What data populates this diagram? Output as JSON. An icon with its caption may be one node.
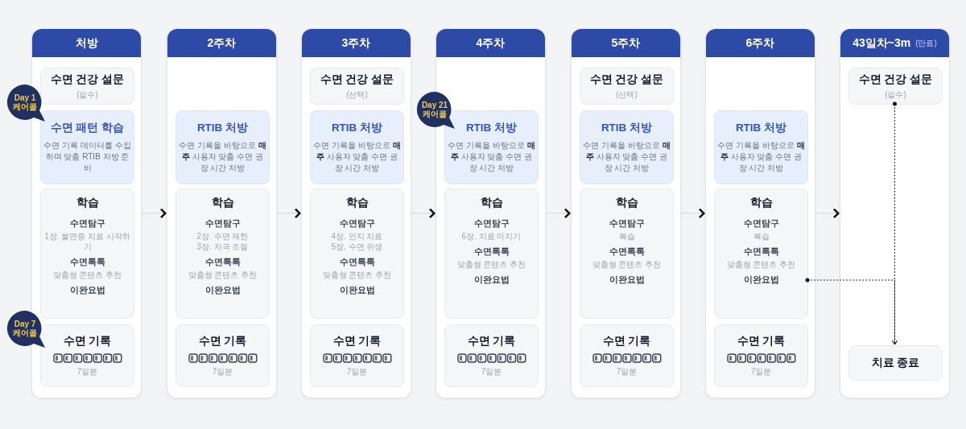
{
  "diagram": {
    "nodes": [
      {
        "text": [
          "처방"
        ]
      },
      {
        "text": [
          "수면 건강 설문",
          "(필수)"
        ],
        "in": 0
      },
      {
        "text": [
          "Day 1 케어콜"
        ]
      },
      {
        "text": [
          "수면 패턴 학습",
          "수면 기록 데이터를 수집하며 맞춤 RTIB 처방 준비"
        ],
        "in": 0
      },
      {
        "text": [
          "학습",
          "수면탐구",
          "1장. 불면증 치료 시작하기",
          "수면톡톡",
          "맞춤형 콘텐츠 추천",
          "이완요법"
        ],
        "in": 0
      },
      {
        "text": [
          "Day 7 케어콜"
        ]
      },
      {
        "text": [
          "수면 기록",
          "7일분"
        ],
        "in": 0
      },
      {
        "text": [
          "2주차"
        ]
      },
      {
        "text": [
          "RTIB 처방",
          "수면 기록을 바탕으로 **매주** 사용자 맞춤 수면 권장 시간 처방"
        ],
        "in": 7
      },
      {
        "text": [
          "학습",
          "수면탐구",
          "2장. 수면 제한",
          "3장. 자극 조절",
          "수면톡톡",
          "맞춤형 콘텐츠 추천",
          "이완요법"
        ],
        "in": 7
      },
      {
        "text": [
          "수면 기록",
          "7일분"
        ],
        "in": 7
      },
      {
        "text": [
          "3주차"
        ]
      },
      {
        "text": [
          "수면 건강 설문",
          "(선택)"
        ],
        "in": 11
      },
      {
        "text": [
          "RTIB 처방",
          "수면 기록을 바탕으로 **매주** 사용자 맞춤 수면 권장 시간 처방"
        ],
        "in": 11
      },
      {
        "text": [
          "학습",
          "수면탐구",
          "4장. 인지 치료",
          "5장. 수면 위생",
          "수면톡톡",
          "맞춤형 콘텐츠 추천",
          "이완요법"
        ],
        "in": 11
      },
      {
        "text": [
          "수면 기록",
          "7일분"
        ],
        "in": 11
      },
      {
        "text": [
          "4주차"
        ]
      },
      {
        "text": [
          "Day 21 케어콜"
        ]
      },
      {
        "text": [
          "RTIB 처방",
          "수면 기록을 바탕으로 **매주** 사용자 맞춤 수면 권장 시간 처방"
        ],
        "in": 16
      },
      {
        "text": [
          "학습",
          "수면탐구",
          "6장. 치료 마치기",
          "수면톡톡",
          "맞춤형 콘텐츠 추천",
          "이완요법"
        ],
        "in": 16
      },
      {
        "text": [
          "수면 기록",
          "7일분"
        ],
        "in": 16
      },
      {
        "text": [
          "5주차"
        ]
      },
      {
        "text": [
          "수면 건강 설문",
          "(선택)"
        ],
        "in": 21
      },
      {
        "text": [
          "RTIB 처방",
          "수면 기록을 바탕으로 **매주** 사용자 맞춤 수면 권장 시간 처방"
        ],
        "in": 21
      },
      {
        "text": [
          "학습",
          "수면탐구",
          "복습",
          "수면톡톡",
          "맞춤형 콘텐츠 추천",
          "이완요법"
        ],
        "in": 21
      },
      {
        "text": [
          "수면 기록",
          "7일분"
        ],
        "in": 21
      },
      {
        "text": [
          "6주차"
        ]
      },
      {
        "text": [
          "RTIB 처방",
          "수면 기록을 바탕으로 **매주** 사용자 맞춤 수면 권장 시간 처방"
        ],
        "in": 26
      },
      {
        "text": [
          "학습",
          "수면탐구",
          "복습",
          "수면톡톡",
          "맞춤형 콘텐츠 추천",
          "이완요법"
        ],
        "in": 26
      },
      {
        "text": [
          "수면 기록",
          "7일분"
        ],
        "in": 26
      },
      {
        "text": [
          "43일차~3m",
          "(만료)"
        ]
      },
      {
        "text": [
          "수면 건강 설문",
          "(필수)"
        ],
        "in": 30
      },
      {
        "text": [
          "치료 종료"
        ],
        "in": 30
      }
    ],
    "edges": [
      {
        "from": 0,
        "to": 7,
        "arrow": "to"
      },
      {
        "from": 7,
        "to": 11,
        "arrow": "to"
      },
      {
        "from": 11,
        "to": 16,
        "arrow": "to"
      },
      {
        "from": 16,
        "to": 21,
        "arrow": "to"
      },
      {
        "from": 21,
        "to": 26,
        "arrow": "to"
      },
      {
        "from": 26,
        "to": 30,
        "arrow": "to"
      },
      {
        "from": 28,
        "to": 32,
        "arrow": "to",
        "style": "dashed",
        "color": "#222222"
      },
      {
        "from": 31,
        "to": 32,
        "arrow": "to",
        "style": "dashed",
        "color": "#222222"
      }
    ]
  }
}
